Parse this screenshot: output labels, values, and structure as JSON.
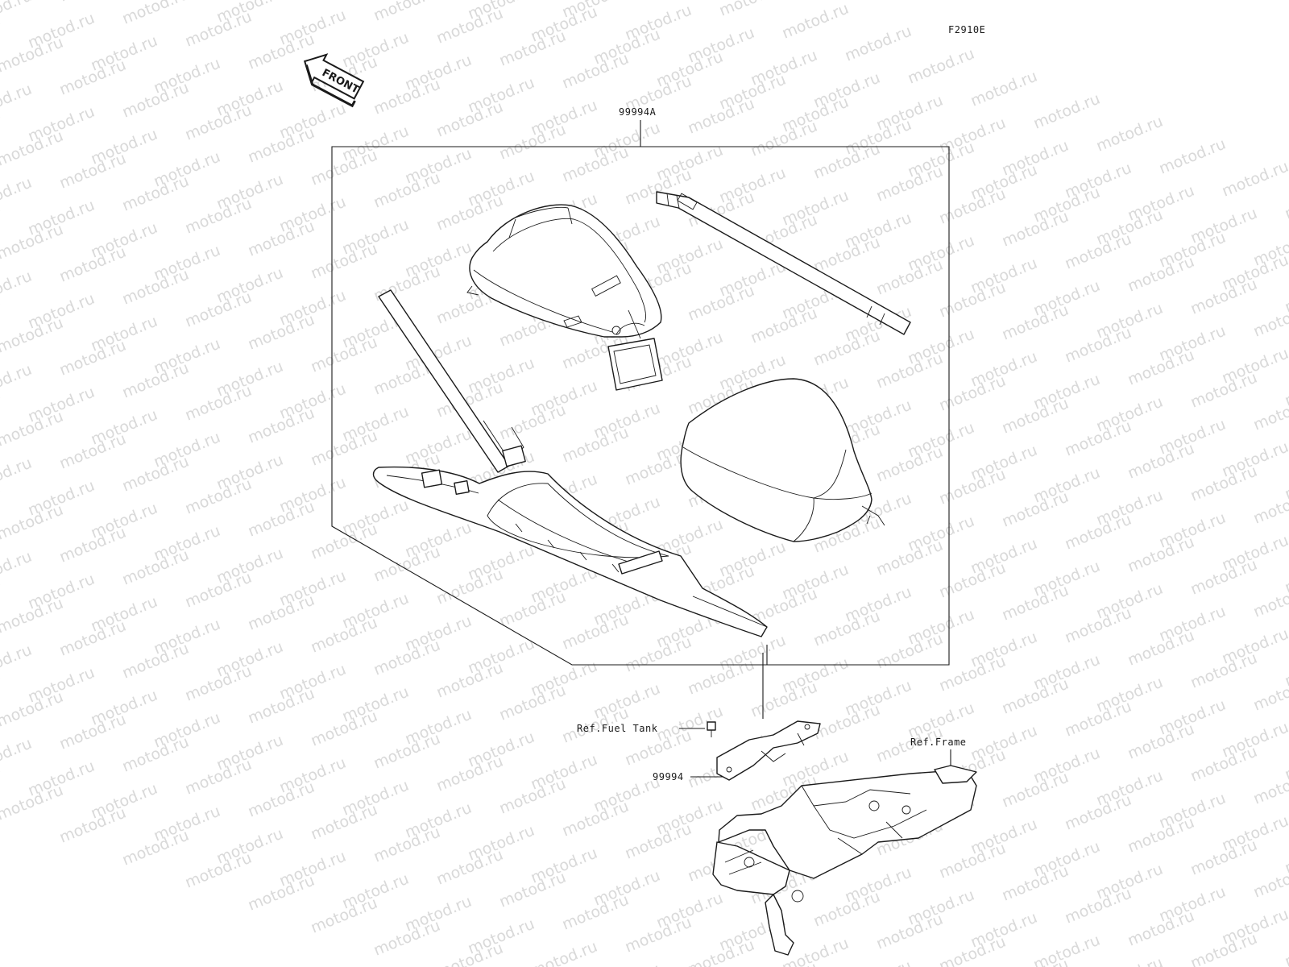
{
  "diagram_code": "F2910E",
  "front_arrow_label": "FRONT",
  "watermark_text": "motod.ru",
  "callouts": {
    "kit": "99994A",
    "fuel_tank": "Ref.Fuel Tank",
    "bracket": "99994",
    "frame": "Ref.Frame"
  },
  "colors": {
    "line": "#1a1a1a",
    "watermark": "#d9d9d9",
    "background": "#ffffff"
  },
  "icons": [
    "front-arrow-icon"
  ]
}
